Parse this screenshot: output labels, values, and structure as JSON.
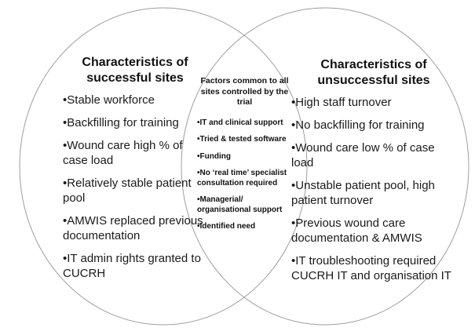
{
  "venn": {
    "stroke_color": "#9e9e9e",
    "text_color": "#1a1a1a",
    "left_circle": {
      "title": "Characteristics of successful sites",
      "items": [
        "Stable workforce",
        "Backfilling for training",
        "Wound care high % of case load",
        "Relatively stable patient pool",
        "AMWIS replaced previous documentation",
        "IT admin rights granted to CUCRH"
      ]
    },
    "overlap": {
      "title": "Factors common to all sites controlled by the trial",
      "items": [
        "IT and clinical support",
        "Tried & tested software",
        "Funding",
        "No ‘real time’ specialist consultation required",
        "Managerial/ organisational support",
        "Identified need"
      ]
    },
    "right_circle": {
      "title": "Characteristics of unsuccessful sites",
      "items": [
        "High staff turnover",
        "No backfilling for training",
        "Wound care low % of case load",
        "Unstable patient pool, high patient turnover",
        "Previous wound care documentation & AMWIS",
        "IT troubleshooting required CUCRH IT and organisation IT"
      ]
    }
  }
}
